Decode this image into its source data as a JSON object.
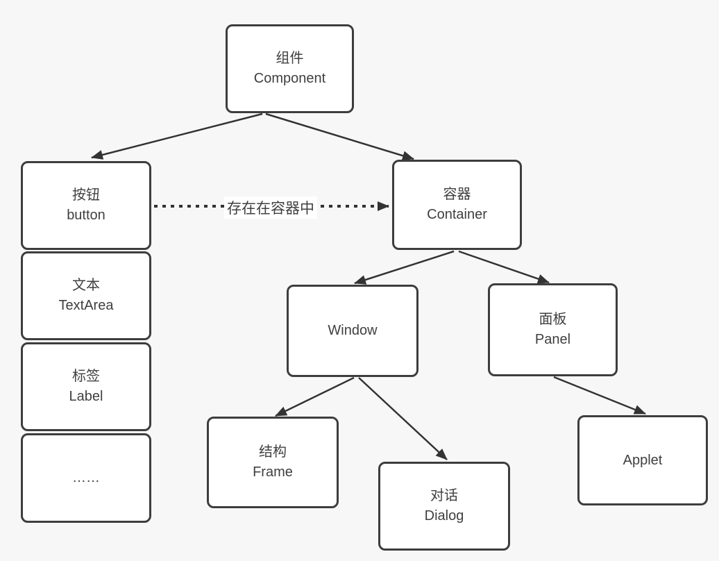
{
  "diagram": {
    "nodes": {
      "component": {
        "label_cn": "组件",
        "label_en": "Component"
      },
      "button": {
        "label_cn": "按钮",
        "label_en": "button"
      },
      "textarea": {
        "label_cn": "文本",
        "label_en": "TextArea"
      },
      "label": {
        "label_cn": "标签",
        "label_en": "Label"
      },
      "more": {
        "label": "……"
      },
      "container": {
        "label_cn": "容器",
        "label_en": "Container"
      },
      "window": {
        "label": "Window"
      },
      "panel": {
        "label_cn": "面板",
        "label_en": "Panel"
      },
      "frame": {
        "label_cn": "结构",
        "label_en": "Frame"
      },
      "dialog": {
        "label_cn": "对话",
        "label_en": "Dialog"
      },
      "applet": {
        "label": "Applet"
      }
    },
    "edge_label": "存在在容器中",
    "colors": {
      "background": "#f7f7f8",
      "node_fill": "#ffffff",
      "node_border": "#3d3d3d",
      "text": "#3f3f3f",
      "arrow": "#333333"
    }
  }
}
